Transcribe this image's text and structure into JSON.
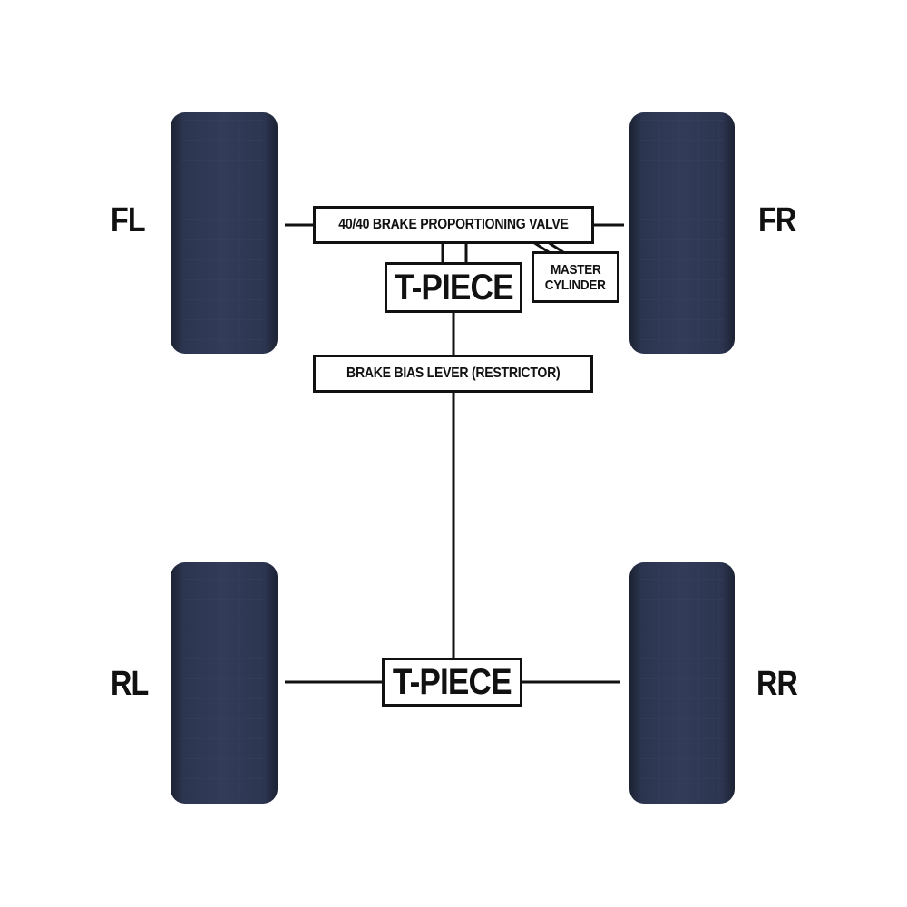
{
  "wheels": {
    "front_left": "FL",
    "front_right": "FR",
    "rear_left": "RL",
    "rear_right": "RR"
  },
  "components": {
    "proportioning_valve": "40/40 BRAKE PROPORTIONING VALVE",
    "front_t_piece": "T-PIECE",
    "master_cylinder_line1": "MASTER",
    "master_cylinder_line2": "CYLINDER",
    "brake_bias_lever": "BRAKE BIAS LEVER (RESTRICTOR)",
    "rear_t_piece": "T-PIECE"
  },
  "colors": {
    "line": "#111111",
    "tire": "#2a3348",
    "tire_edge": "#1c2233",
    "tire_highlight": "#3a4560",
    "background": "#ffffff"
  }
}
